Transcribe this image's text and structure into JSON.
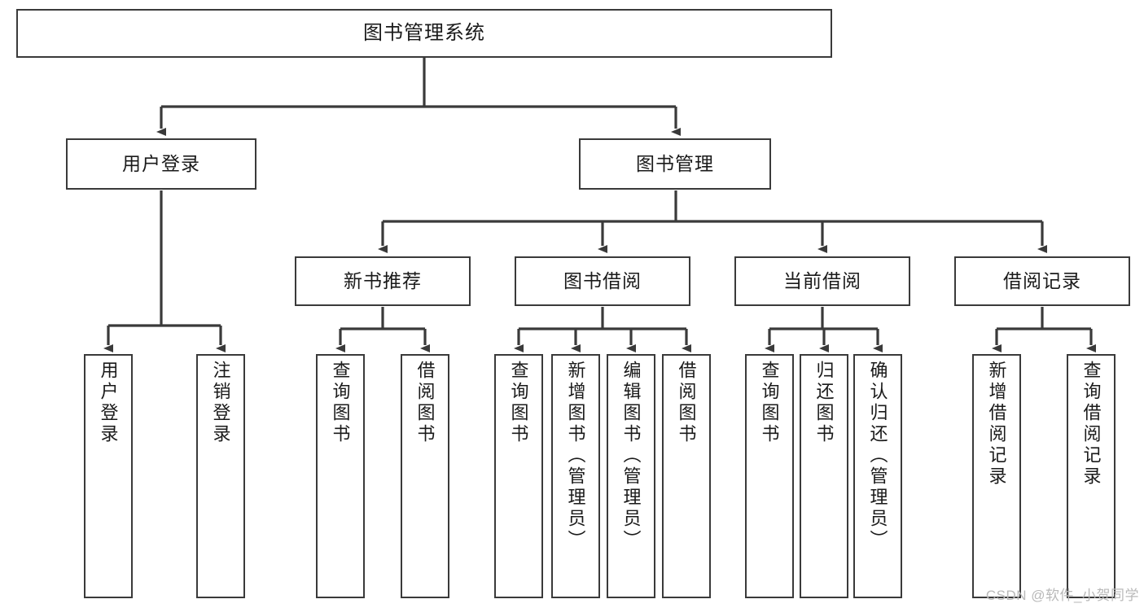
{
  "diagram": {
    "title": "图书管理系统",
    "watermark": "CSDN @软件_小贺同学",
    "nodes": {
      "root": {
        "label": "图书管理系统"
      },
      "level2": [
        {
          "id": "user-login",
          "label": "用户登录"
        },
        {
          "id": "book-manage",
          "label": "图书管理"
        }
      ],
      "level3": [
        {
          "id": "new-book-recommend",
          "label": "新书推荐"
        },
        {
          "id": "book-borrow",
          "label": "图书借阅"
        },
        {
          "id": "current-borrow",
          "label": "当前借阅"
        },
        {
          "id": "borrow-record",
          "label": "借阅记录"
        }
      ],
      "leaves": [
        {
          "id": "leaf-user-login",
          "label": "用户登录",
          "parent": "user-login"
        },
        {
          "id": "leaf-logout-login",
          "label": "注销登录",
          "parent": "user-login"
        },
        {
          "id": "leaf-query-book-1",
          "label": "查询图书",
          "parent": "new-book-recommend"
        },
        {
          "id": "leaf-borrow-book-1",
          "label": "借阅图书",
          "parent": "new-book-recommend"
        },
        {
          "id": "leaf-query-book-2",
          "label": "查询图书",
          "parent": "book-borrow"
        },
        {
          "id": "leaf-add-book",
          "label": "新增图书（管理员）",
          "parent": "book-borrow"
        },
        {
          "id": "leaf-edit-book",
          "label": "编辑图书（管理员）",
          "parent": "book-borrow"
        },
        {
          "id": "leaf-borrow-book-2",
          "label": "借阅图书",
          "parent": "book-borrow"
        },
        {
          "id": "leaf-query-book-3",
          "label": "查询图书",
          "parent": "current-borrow"
        },
        {
          "id": "leaf-return-book",
          "label": "归还图书",
          "parent": "current-borrow"
        },
        {
          "id": "leaf-confirm-return",
          "label": "确认归还（管理员）",
          "parent": "current-borrow"
        },
        {
          "id": "leaf-add-record",
          "label": "新增借阅记录",
          "parent": "borrow-record"
        },
        {
          "id": "leaf-query-record",
          "label": "查询借阅记录",
          "parent": "borrow-record"
        }
      ]
    },
    "style": {
      "stroke": "#3a3a3a",
      "fill": "#ffffff",
      "text": "#1a1a1a",
      "watermark_color": "#b9b9b9"
    }
  }
}
